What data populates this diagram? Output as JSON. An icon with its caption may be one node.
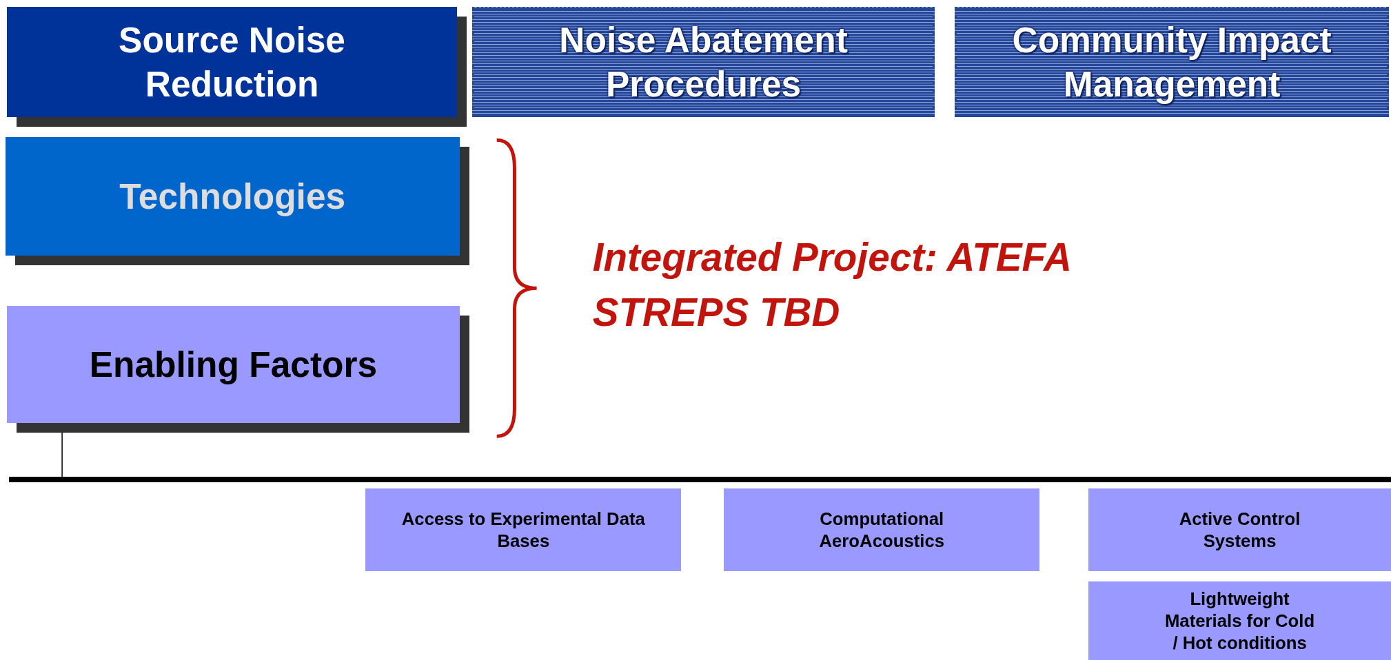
{
  "diagram": {
    "nodes": [
      {
        "text": [
          "Source Noise Reduction"
        ]
      },
      {
        "text": [
          "Noise Abatement Procedures"
        ]
      },
      {
        "text": [
          "Community Impact Management"
        ]
      },
      {
        "text": [
          "Technologies"
        ]
      },
      {
        "text": [
          "Enabling Factors"
        ]
      },
      {
        "text": [],
        "shape": "bar"
      },
      {
        "text": [
          "Access to Experimental Data Bases"
        ]
      },
      {
        "text": [
          "Computational AeroAcoustics"
        ]
      },
      {
        "text": [
          "Active Control Systems"
        ]
      },
      {
        "text": [
          "Lightweight Materials for Cold / Hot conditions"
        ]
      }
    ],
    "edges": [
      {
        "from": 4,
        "to": 5,
        "arrow": "none"
      }
    ],
    "labels": [
      "Integrated Project: ATEFA",
      "STREPS TBD"
    ]
  }
}
